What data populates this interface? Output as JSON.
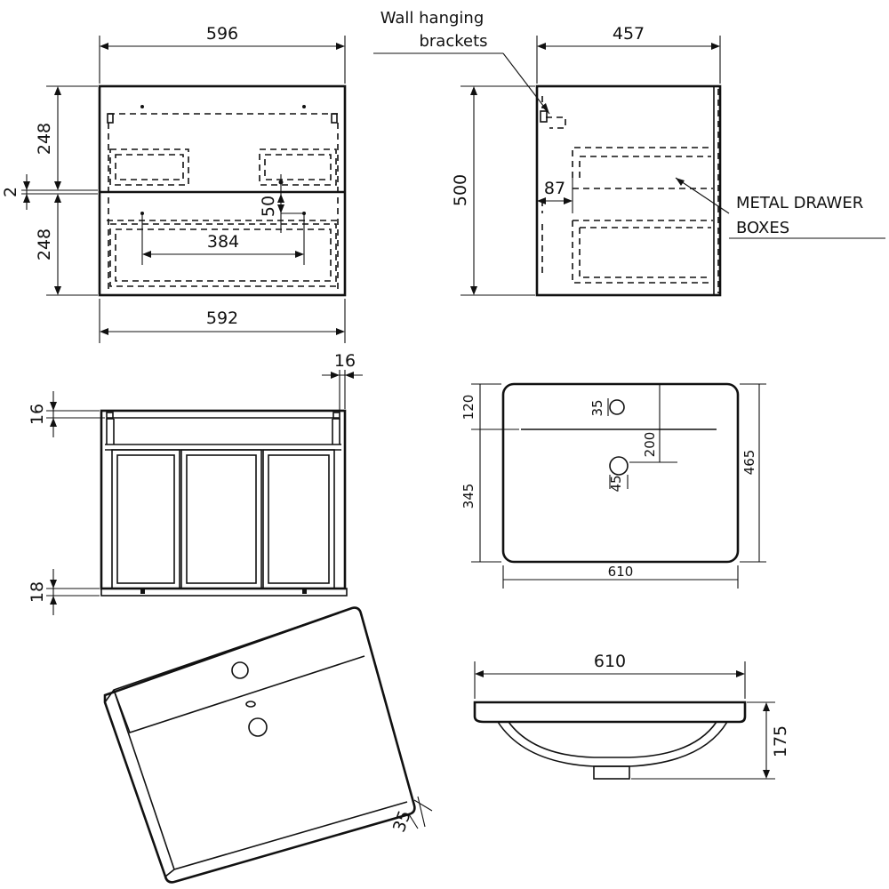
{
  "front_view": {
    "width_top": "596",
    "width_bottom": "592",
    "upper_drawer_height": "248",
    "gap": "2",
    "lower_drawer_height": "248",
    "handle_spacing": "384",
    "handle_offset": "50"
  },
  "side_view": {
    "depth": "457",
    "height": "500",
    "drawer_offset": "87",
    "label_brackets_line1": "Wall hanging",
    "label_brackets_line2": "brackets",
    "label_drawer_line1": "METAL DRAWER",
    "label_drawer_line2": "BOXES"
  },
  "top_section": {
    "side_thickness": "16",
    "top_thickness": "16",
    "bottom_thickness": "18"
  },
  "basin_plan": {
    "tap_zone": "120",
    "front_zone": "345",
    "depth": "465",
    "width": "610",
    "tap_hole": "35",
    "waste_hole": "45",
    "waste_offset": "200"
  },
  "basin_side": {
    "width": "610",
    "height": "175"
  },
  "iso_view": {
    "rim_thickness": "35"
  }
}
